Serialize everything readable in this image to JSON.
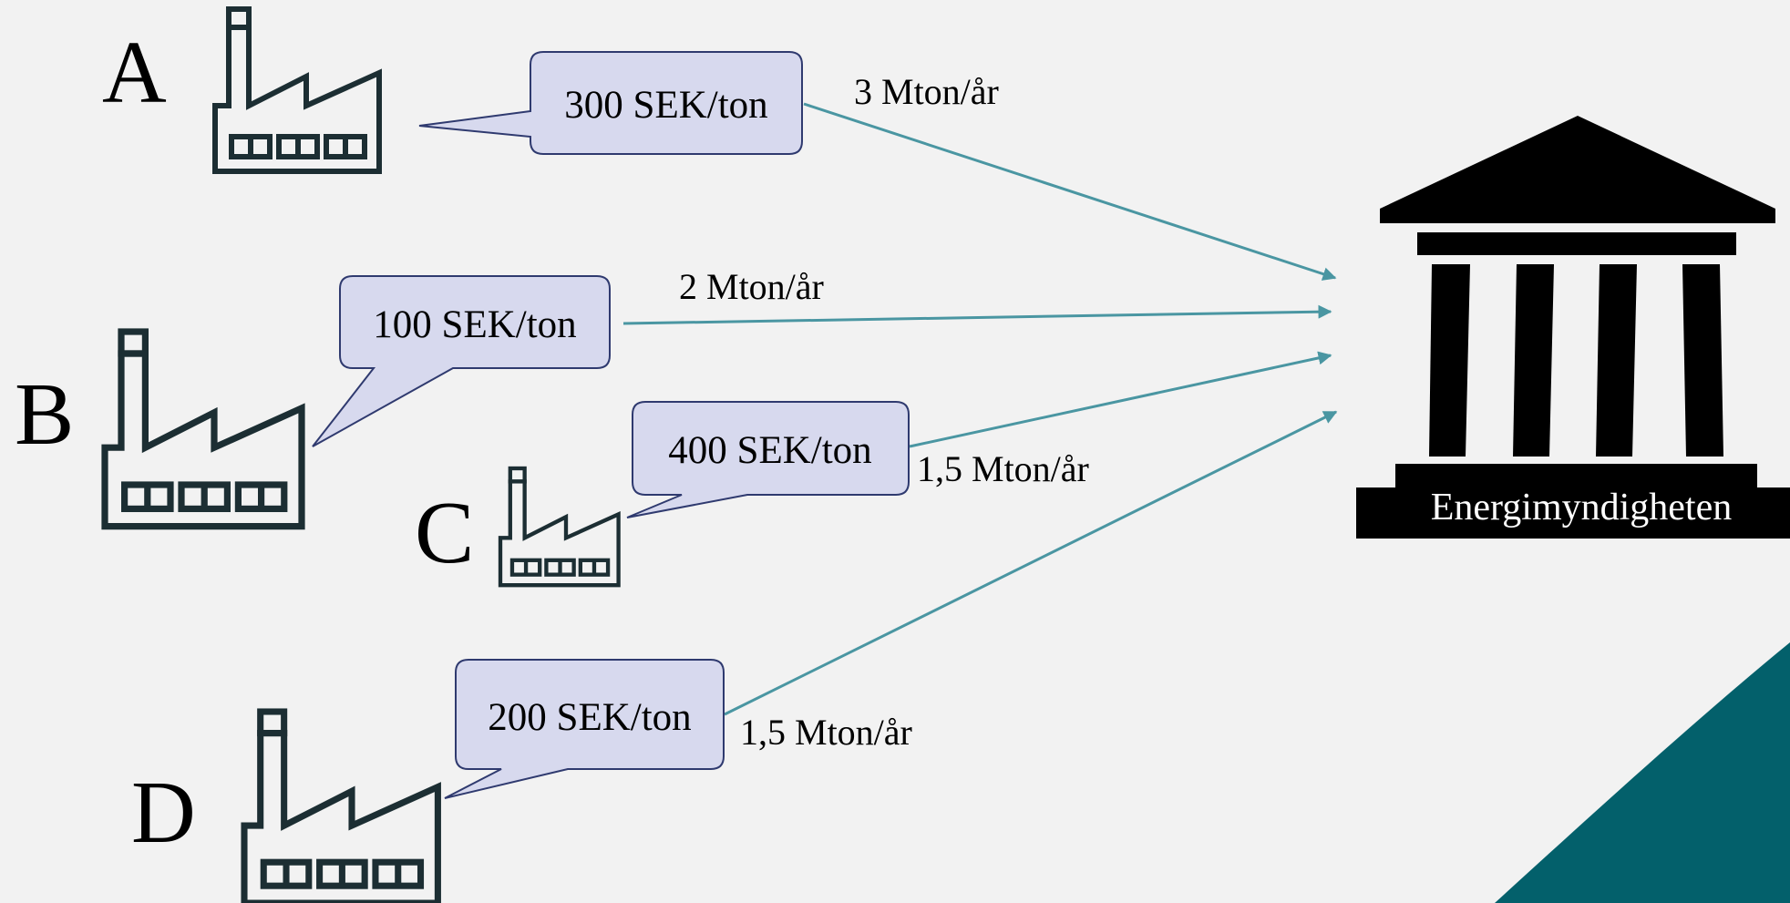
{
  "diagram": {
    "authority": {
      "label": "Energimyndigheten",
      "icon": "government-building-icon"
    },
    "factories": [
      {
        "letter": "A",
        "price": "300 SEK/ton",
        "volume": "3 Mton/år"
      },
      {
        "letter": "B",
        "price": "100 SEK/ton",
        "volume": "2 Mton/år"
      },
      {
        "letter": "C",
        "price": "400 SEK/ton",
        "volume": "1,5 Mton/år"
      },
      {
        "letter": "D",
        "price": "200 SEK/ton",
        "volume": "1,5 Mton/år"
      }
    ],
    "colors": {
      "background": "#f2f2f2",
      "bubble_fill": "#d7d9ee",
      "bubble_border": "#2f3a6f",
      "arrow": "#4a96a2",
      "factory_outline": "#1c2e33",
      "corner_accent": "#03606b",
      "building": "#000000"
    }
  }
}
